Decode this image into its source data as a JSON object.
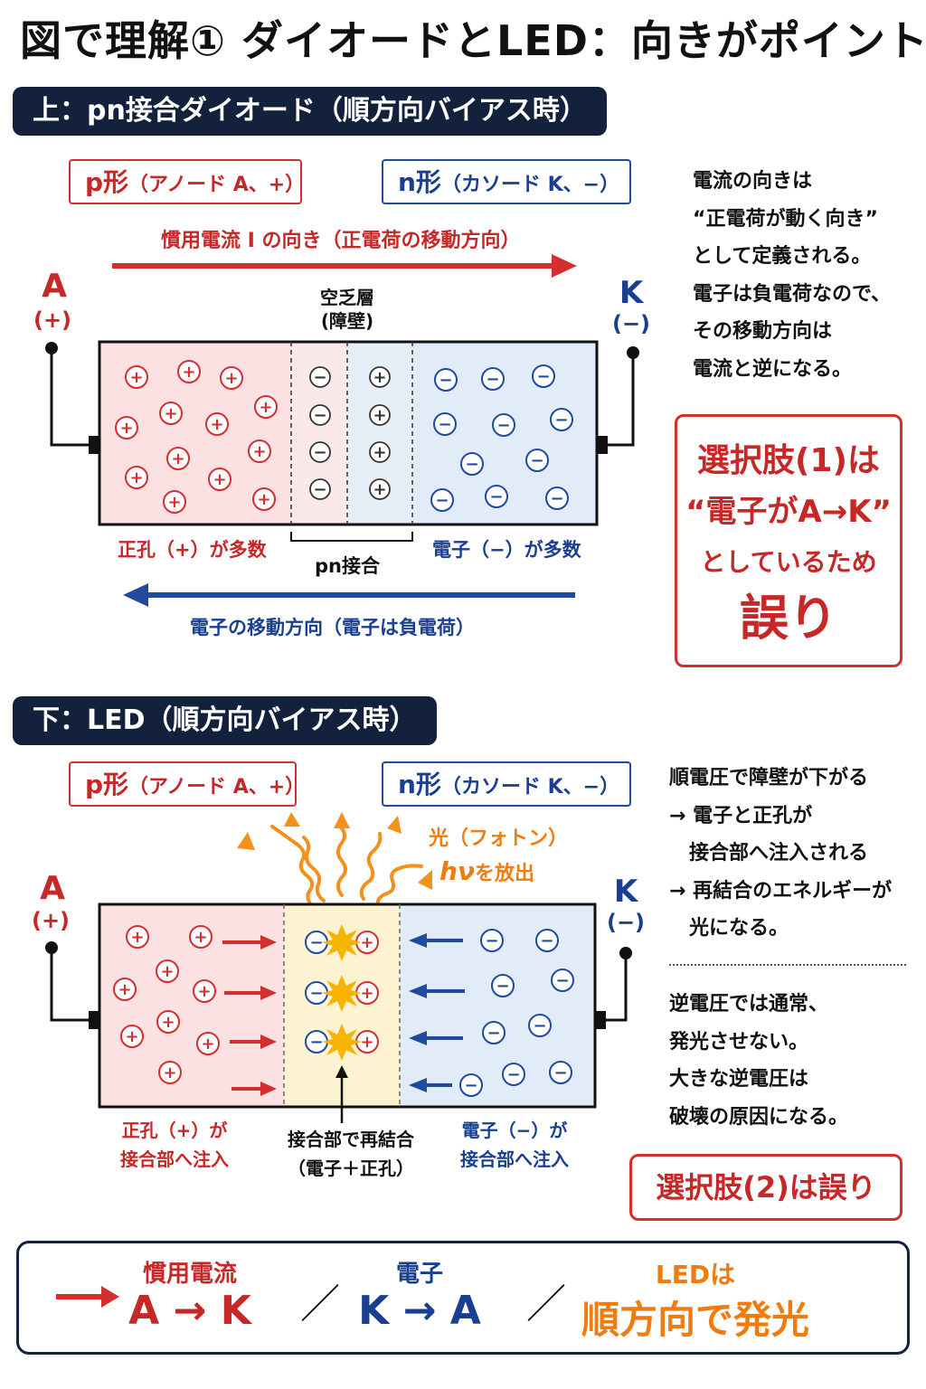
{
  "title": "図で理解① ダイオードとLED：向きがポイント",
  "top": {
    "header": "上：pn接合ダイオード（順方向バイアス時）",
    "p_label": {
      "main": "p形",
      "sub": "（アノード A、+）"
    },
    "n_label": {
      "main": "n形",
      "sub": "（カソード K、−）"
    },
    "current_label": "慣用電流 I の向き（正電荷の移動方向）",
    "terminal_a": {
      "letter": "A",
      "sign": "(+)"
    },
    "terminal_k": {
      "letter": "K",
      "sign": "(−)"
    },
    "depletion": {
      "line1": "空乏層",
      "line2": "(障壁)"
    },
    "caption_holes": "正孔（+）が多数",
    "caption_junction": "pn接合",
    "caption_electrons": "電子（−）が多数",
    "electron_label": "電子の移動方向（電子は負電荷）",
    "side_text": [
      "電流の向きは",
      "“正電荷が動く向き”",
      "として定義される。",
      "電子は負電荷なので、",
      "その移動方向は",
      "電流と逆になる。"
    ],
    "verdict": {
      "line1": "選択肢(1)は",
      "line2": "“電子がA→K”",
      "line3": "としているため",
      "line4": "誤り"
    }
  },
  "bottom": {
    "header": "下：LED（順方向バイアス時）",
    "p_label": {
      "main": "p形",
      "sub": "（アノード A、+）"
    },
    "n_label": {
      "main": "n形",
      "sub": "（カソード K、−）"
    },
    "light_label": {
      "line1": "光（フォトン）",
      "hv": "hν",
      "suffix": "を放出"
    },
    "terminal_a": {
      "letter": "A",
      "sign": "(+)"
    },
    "terminal_k": {
      "letter": "K",
      "sign": "(−)"
    },
    "caption_holes": {
      "line1": "正孔（+）が",
      "line2": "接合部へ注入"
    },
    "caption_recomb": {
      "line1": "接合部で再結合",
      "line2": "（電子＋正孔）"
    },
    "caption_electrons": {
      "line1": "電子（−）が",
      "line2": "接合部へ注入"
    },
    "side_text_1": [
      "順電圧で障壁が下がる",
      "→ 電子と正孔が",
      "　接合部へ注入される",
      "→ 再結合のエネルギーが",
      "　光になる。"
    ],
    "side_text_2": [
      "逆電圧では通常、",
      "発光させない。",
      "大きな逆電圧は",
      "破壊の原因になる。"
    ],
    "verdict": "選択肢(2)は誤り"
  },
  "summary": {
    "current_label": "慣用電流",
    "current_dir": "A → K",
    "slash": "／",
    "electron_label": "電子",
    "electron_dir": "K → A",
    "led_label": "LEDは",
    "led_text": "順方向で発光"
  },
  "colors": {
    "red": "#d32f2f",
    "blue": "#1f4aa0",
    "orange": "#f07c10",
    "navy": "#14213d",
    "p_region": "#fbe1e1",
    "n_region": "#e1ecf8",
    "junction": "#fdf3d0"
  }
}
